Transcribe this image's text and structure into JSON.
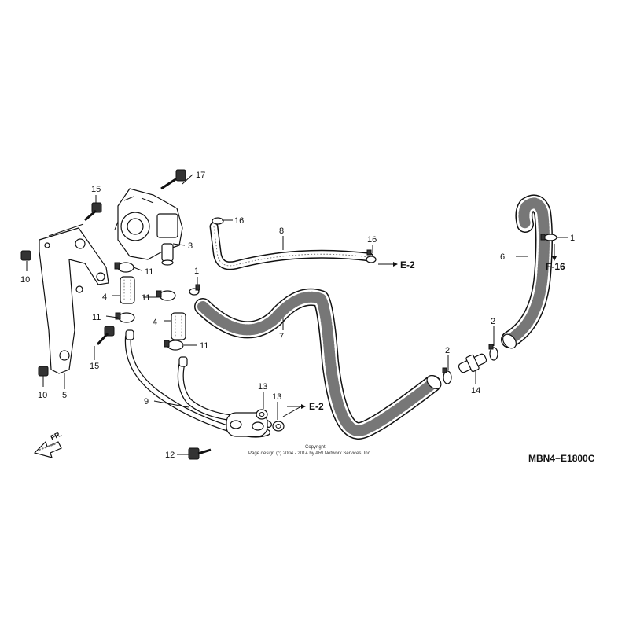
{
  "diagram": {
    "code": "MBN4−E1800C",
    "copyright_line1": "Copyright",
    "copyright_line2": "Page design (c) 2004 - 2014 by ARI Network Services, Inc.",
    "front_label": "FR.",
    "refs": {
      "e2_upper": "E-2",
      "e2_lower": "E-2",
      "f16": "F-16"
    },
    "callouts": {
      "c1a": "1",
      "c1b": "1",
      "c2a": "2",
      "c2b": "2",
      "c3": "3",
      "c4a": "4",
      "c4b": "4",
      "c5": "5",
      "c6": "6",
      "c7": "7",
      "c8": "8",
      "c9": "9",
      "c10a": "10",
      "c10b": "10",
      "c11a": "11",
      "c11b": "11",
      "c11c": "11",
      "c11d": "11",
      "c12": "12",
      "c13a": "13",
      "c13b": "13",
      "c14": "14",
      "c15a": "15",
      "c15b": "15",
      "c16a": "16",
      "c16b": "16",
      "c17": "17"
    }
  }
}
